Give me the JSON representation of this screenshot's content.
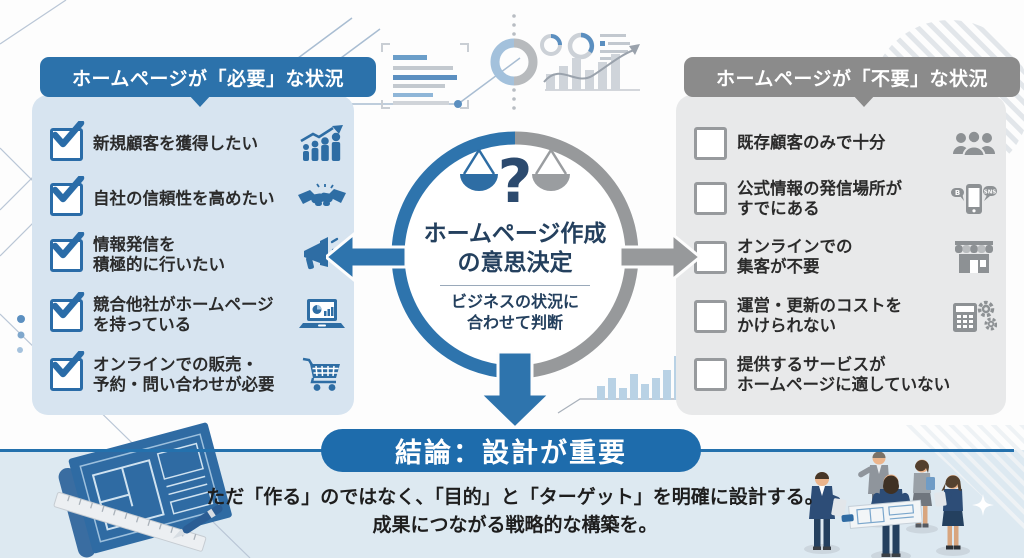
{
  "left_panel": {
    "title": "ホームページが「必要」な状況",
    "items": [
      {
        "label": "新規顧客を獲得したい",
        "icon": "growth-people-icon",
        "checked": true
      },
      {
        "label": "自社の信頼性を高めたい",
        "icon": "handshake-icon",
        "checked": true
      },
      {
        "label": "情報発信を\n積極的に行いたい",
        "icon": "megaphone-icon",
        "checked": true
      },
      {
        "label": "競合他社がホームページ\nを持っている",
        "icon": "laptop-chart-icon",
        "checked": true
      },
      {
        "label": "オンラインでの販売・\n予約・問い合わせが必要",
        "icon": "cart-icon",
        "checked": true
      }
    ]
  },
  "right_panel": {
    "title": "ホームページが「不要」な状況",
    "items": [
      {
        "label": "既存顧客のみで十分",
        "icon": "users-icon",
        "checked": false
      },
      {
        "label": "公式情報の発信場所が\nすでにある",
        "icon": "phone-sns-icon",
        "checked": false
      },
      {
        "label": "オンラインでの\n集客が不要",
        "icon": "storefront-icon",
        "checked": false
      },
      {
        "label": "運営・更新のコストを\nかけられない",
        "icon": "calculator-gears-icon",
        "checked": false
      },
      {
        "label": "提供するサービスが\nホームページに適していない",
        "icon": null,
        "checked": false
      }
    ],
    "phone_badges": {
      "left": "B",
      "right": "SNS"
    }
  },
  "center": {
    "question_mark": "?",
    "title": "ホームページ作成\nの意思決定",
    "subtitle": "ビジネスの状況に\n合わせて判断"
  },
  "conclusion": {
    "badge": "結論：設計が重要",
    "description_line1": "ただ「作る」のではなく、「目的」と「ターゲット」を明確に設計する。",
    "description_line2": "成果につながる戦略的な構築を。"
  },
  "colors": {
    "primary_blue": "#2c72ab",
    "panel_blue_bg": "#d7e4f0",
    "gray": "#8b8b8b",
    "panel_gray_bg": "#e8e9ea",
    "ring_left": "#2e74ad",
    "ring_right": "#97999b",
    "conclusion_pill": "#1e6cac",
    "bottom_band": "#dde9f1"
  }
}
